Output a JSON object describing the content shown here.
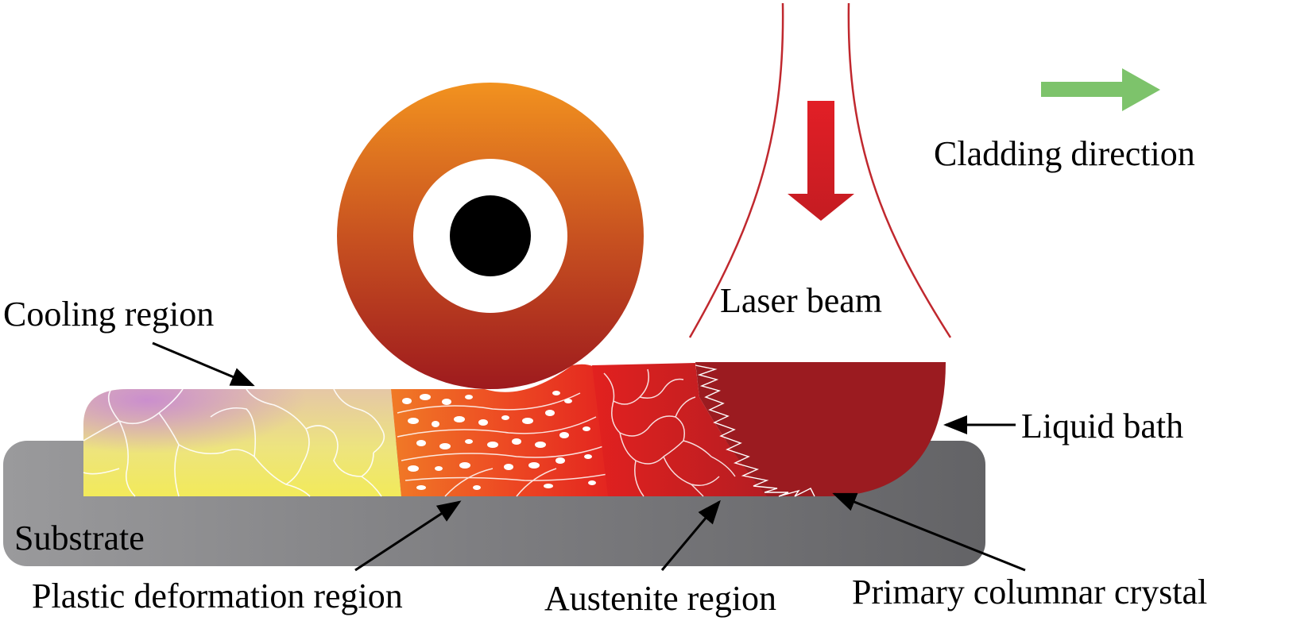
{
  "labels": {
    "cladding_direction": "Cladding direction",
    "laser_beam": "Laser beam",
    "cooling_region": "Cooling region",
    "liquid_bath": "Liquid bath",
    "substrate": "Substrate",
    "plastic_deformation_region": "Plastic deformation region",
    "austenite_region": "Austenite region",
    "primary_columnar_crystal": "Primary columnar crystal"
  },
  "colors": {
    "direction_arrow": "#7dc36b",
    "laser_outline": "#c0282e",
    "laser_arrow": "#e21f26",
    "liquid_bath": "#9b1b20",
    "substrate": "#7d7d80",
    "roller_top": "#f2921f",
    "roller_bottom": "#9e1a1e"
  }
}
